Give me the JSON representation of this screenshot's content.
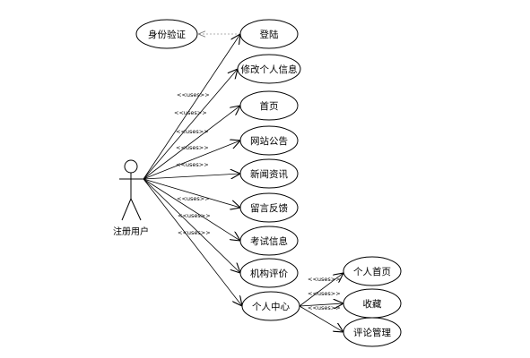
{
  "actor": {
    "name": "注册用户"
  },
  "stereotype": "<<uses>>",
  "external_use_case": {
    "label": "身份验证"
  },
  "use_cases": [
    {
      "id": "login",
      "label": "登陆"
    },
    {
      "id": "edit-profile",
      "label": "修改个人信息"
    },
    {
      "id": "home",
      "label": "首页"
    },
    {
      "id": "announcement",
      "label": "网站公告"
    },
    {
      "id": "news",
      "label": "新闻资讯"
    },
    {
      "id": "feedback",
      "label": "留言反馈"
    },
    {
      "id": "exam-info",
      "label": "考试信息"
    },
    {
      "id": "institution-review",
      "label": "机构评价"
    },
    {
      "id": "personal-center",
      "label": "个人中心"
    }
  ],
  "sub_use_cases": [
    {
      "id": "personal-home",
      "label": "个人首页"
    },
    {
      "id": "favorites",
      "label": "收藏"
    },
    {
      "id": "comment-management",
      "label": "评论管理"
    }
  ],
  "colors": {
    "line": "#000000",
    "dashed": "#999999",
    "background": "#ffffff"
  }
}
